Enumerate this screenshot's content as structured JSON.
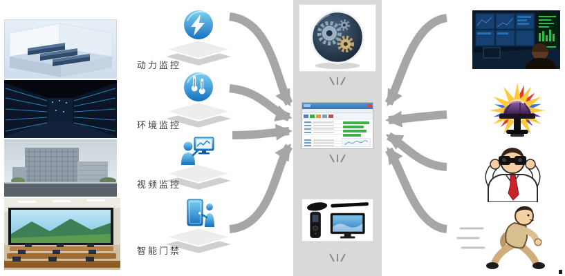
{
  "diagram": {
    "description": "datacenter-monitoring-platform-architecture",
    "language": "zh-CN"
  },
  "sources": {
    "items": [
      {
        "label": "动力监控",
        "icon": "power-lightning-icon"
      },
      {
        "label": "环境监控",
        "icon": "temperature-icon"
      },
      {
        "label": "视频监控",
        "icon": "video-monitor-icon"
      },
      {
        "label": "智能门禁",
        "icon": "door-access-icon"
      }
    ]
  },
  "left_column": {
    "photos": [
      "datacenter-3d-model",
      "server-room-aisle",
      "monitoring-center-building",
      "video-wall-control-room"
    ]
  },
  "center_platform": {
    "top": "machinery-gears-photo",
    "middle": "monitoring-software-ui",
    "bottom": "handheld-devices-and-display"
  },
  "right_column": {
    "images": [
      "operator-at-screens",
      "alarm-siren",
      "observer-binoculars",
      "responder-running"
    ]
  },
  "colors": {
    "arrow_gray": "#a6a6a6",
    "panel_gray": "#d9d9d9",
    "icon_blue": "#1570bf",
    "bar_green": "#3fae49",
    "ui_header_blue": "#3a74b4",
    "alarm_red": "#e23c2e",
    "alarm_yellow": "#ffd34d"
  }
}
